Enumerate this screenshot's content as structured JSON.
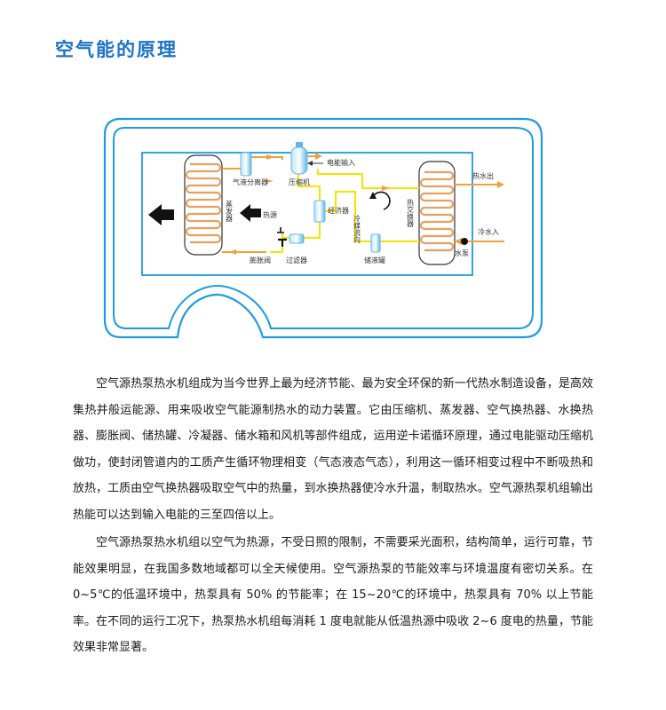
{
  "title": "空气能的原理",
  "diagram": {
    "labels": {
      "gas_liquid_separator": "气液分离器",
      "compressor": "压缩机",
      "power_input": "电能输入",
      "hot_water_out": "热水出",
      "evaporator": "蒸发器",
      "heat_source": "热源",
      "economizer": "经济器",
      "refrigerant_flow": "冷媒流向",
      "heat_exchanger": "热交换器",
      "cold_water_in": "冷水入",
      "water_pump": "水泵",
      "expansion_valve": "膨胀阀",
      "filter": "过滤器",
      "liquid_tank": "储液罐"
    },
    "colors": {
      "frame": "#1e9be0",
      "pipe_hot": "#f0a13c",
      "pipe_cold": "#f7e300",
      "coil": "#e8a060",
      "component": "#5fb7e8"
    }
  },
  "paragraphs": [
    "空气源热泵热水机组成为当今世界上最为经济节能、最为安全环保的新一代热水制造设备，是高效集热并般运能源、用来吸收空气能源制热水的动力装置。它由压缩机、蒸发器、空气换热器、水换热器、膨胀阀、储热罐、冷凝器、储水箱和风机等部件组成，运用逆卡诺循环原理，通过电能驱动压缩机做功，使封闭管道内的工质产生循环物理相变（气态液态气态），利用这一循环相变过程中不断吸热和放热，工质由空气换热器吸取空气中的热量，到水换热器使冷水升温，制取热水。空气源热泵机组输出热能可以达到输入电能的三至四倍以上。",
    "空气源热泵热水机组以空气为热源，不受日照的限制，不需要采光面积，结构简单，运行可靠，节能效果明显，在我国多数地域都可以全天候使用。空气源热泵的节能效率与环境温度有密切关系。在 0~5℃的低温环境中，热泵具有 50% 的节能率；在 15~20℃的环境中，热泵具有 70% 以上节能率。在不同的运行工况下，热泵热水机组每消耗 1 度电就能从低温热源中吸收 2~6 度电的热量，节能效果非常显著。"
  ]
}
